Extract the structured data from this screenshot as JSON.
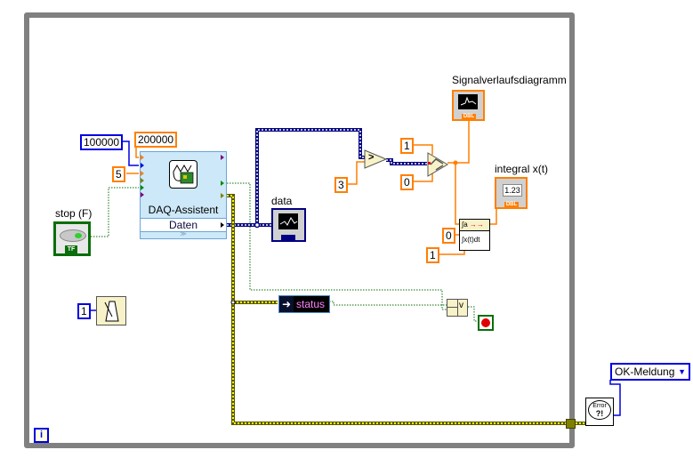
{
  "diagram": {
    "structure": "while-loop",
    "iteration_terminal": "i",
    "constants": {
      "daq_timeout_i32": "100000",
      "daq_samples_dbl": "200000",
      "daq_rate_dbl": "5",
      "compare_threshold": "3",
      "select_true": "1",
      "select_false": "0",
      "integral_initial": "0",
      "integral_dt": "1",
      "wait_ms": "1"
    },
    "daq": {
      "title": "DAQ-Assistent",
      "output_label": "Daten",
      "expand_glyph": "≫"
    },
    "labels": {
      "stop": "stop (F)",
      "data": "data",
      "waveform_chart": "Signalverlaufsdiagramm",
      "integral": "integral x(t)",
      "status": "status"
    },
    "indicators": {
      "waveform_tag": "DBL",
      "integral_tag": "DBL",
      "integral_value": "1.23",
      "stop_tag": "TF"
    },
    "integral_vi": {
      "top": "∫a",
      "bottom": "∫x(t)dt"
    },
    "compare_symbol": ">",
    "or_symbol": "v",
    "error_dialog": {
      "text": "Error",
      "glyph": "?!",
      "type_selector": "OK-Meldung",
      "dropdown_glyph": "▼"
    },
    "colors": {
      "loop_border": "#808080",
      "i32_wire": "#0000e0",
      "dbl_wire": "#ff7f00",
      "bool_wire": "#0a6e0a",
      "dynamic_wire": "#000080",
      "error_wire": "#c8c800"
    }
  }
}
